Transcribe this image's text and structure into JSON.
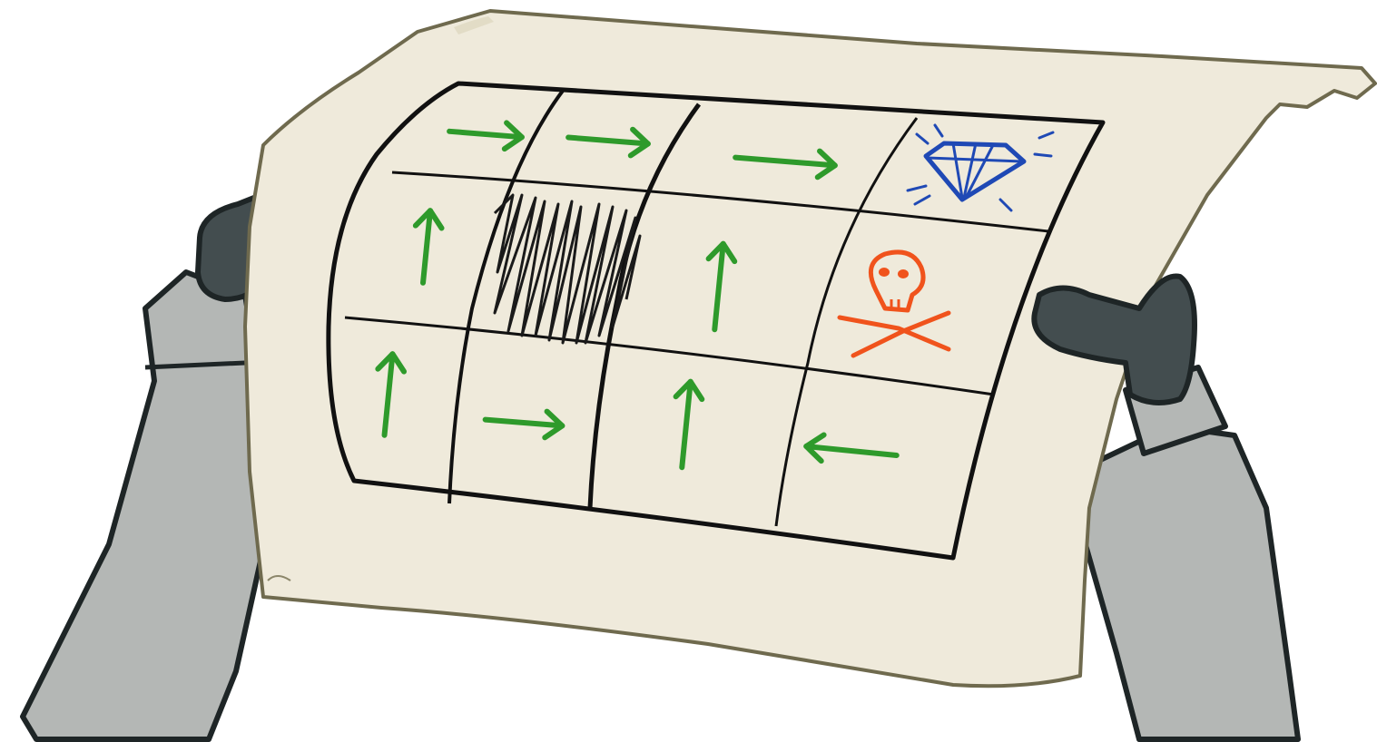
{
  "scene": {
    "subject": "robot-hands-holding-policy-map",
    "colors": {
      "paper": "#efeadb",
      "paper_edge": "#6f6a4e",
      "arm": "#b4b7b5",
      "hand": "#434d4f",
      "outline": "#1e2526",
      "grid": "#111111",
      "arrow": "#2e9a2b",
      "gem": "#1f49b5",
      "skull": "#f0531c",
      "scribble": "#1a1a1a"
    }
  },
  "grid": {
    "rows": 3,
    "cols": 4,
    "cells": [
      {
        "row": 0,
        "col": 0,
        "type": "arrow",
        "direction": "right"
      },
      {
        "row": 0,
        "col": 1,
        "type": "arrow",
        "direction": "right"
      },
      {
        "row": 0,
        "col": 2,
        "type": "arrow",
        "direction": "right"
      },
      {
        "row": 0,
        "col": 3,
        "type": "goal",
        "icon": "diamond-icon"
      },
      {
        "row": 1,
        "col": 0,
        "type": "arrow",
        "direction": "up"
      },
      {
        "row": 1,
        "col": 1,
        "type": "wall",
        "icon": "scribble-hatch"
      },
      {
        "row": 1,
        "col": 2,
        "type": "arrow",
        "direction": "up"
      },
      {
        "row": 1,
        "col": 3,
        "type": "hazard",
        "icon": "skull-crossbones-icon"
      },
      {
        "row": 2,
        "col": 0,
        "type": "arrow",
        "direction": "up"
      },
      {
        "row": 2,
        "col": 1,
        "type": "arrow",
        "direction": "right"
      },
      {
        "row": 2,
        "col": 2,
        "type": "arrow",
        "direction": "up"
      },
      {
        "row": 2,
        "col": 3,
        "type": "arrow",
        "direction": "left"
      }
    ]
  }
}
